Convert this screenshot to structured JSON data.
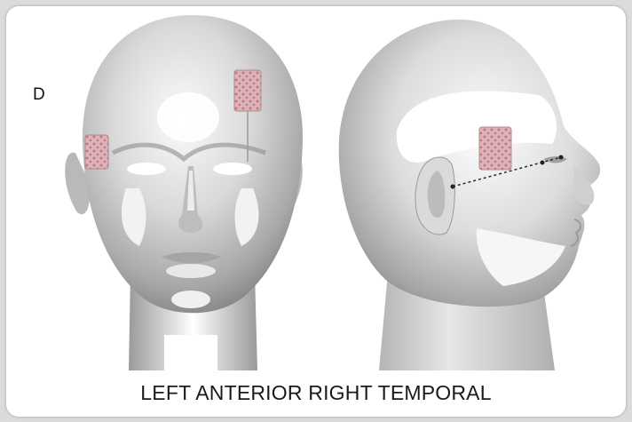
{
  "figure": {
    "panel_label": "D",
    "caption": "LEFT ANTERIOR RIGHT TEMPORAL"
  },
  "views": [
    {
      "name": "front-view-head"
    },
    {
      "name": "side-view-head"
    }
  ],
  "colors": {
    "background": "#ffffff",
    "head_shade_light": "#f4f4f4",
    "head_shade_mid": "#c8c8c8",
    "head_shade_dark": "#8f8f8f",
    "electrode_pink": "#d7a8ae",
    "electrode_dot": "#c07a86"
  }
}
